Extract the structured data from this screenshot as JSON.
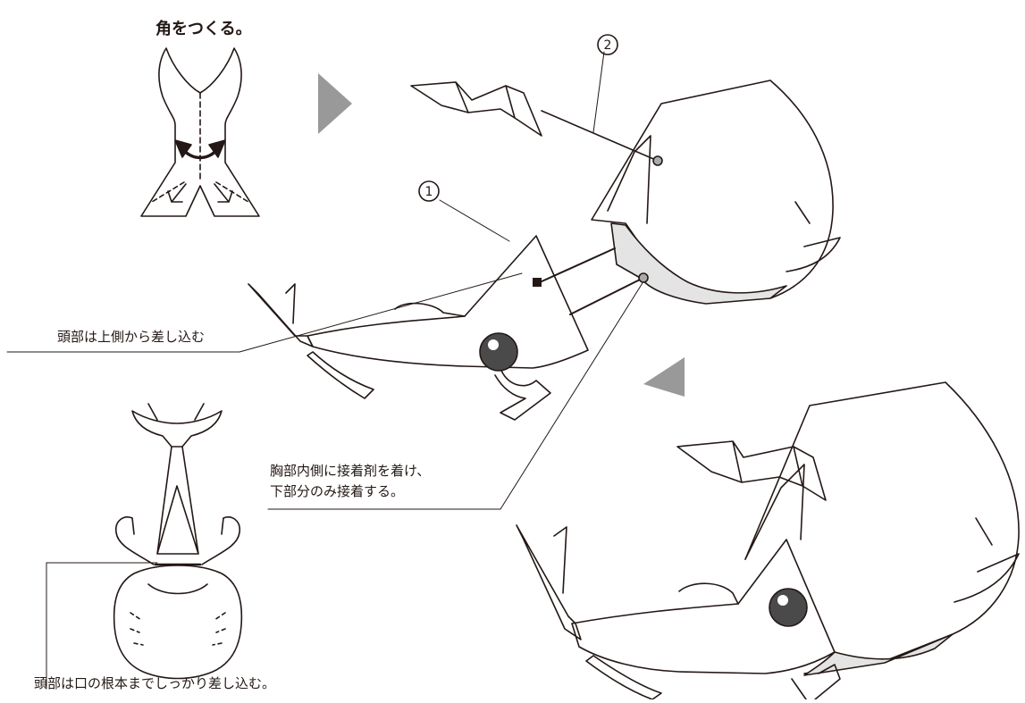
{
  "title": "角をつくる。",
  "callouts": {
    "part1": "1",
    "part2": "2"
  },
  "labels": {
    "head_from_top": "頭部は上側から差し込む",
    "glue_line1": "胸部内側に接着剤を着け、",
    "glue_line2": "下部分のみ接着する。",
    "insert_mouth": "頭部は口の根本までしっかり差し込む。"
  },
  "colors": {
    "line": "#231815",
    "glue_area": "#e4e4e4",
    "arrow": "#999999",
    "eye": "#4a4a4a"
  },
  "icons": [
    "right-triangle-arrow-icon",
    "left-triangle-arrow-icon",
    "glue-point-icon",
    "square-point-icon"
  ]
}
